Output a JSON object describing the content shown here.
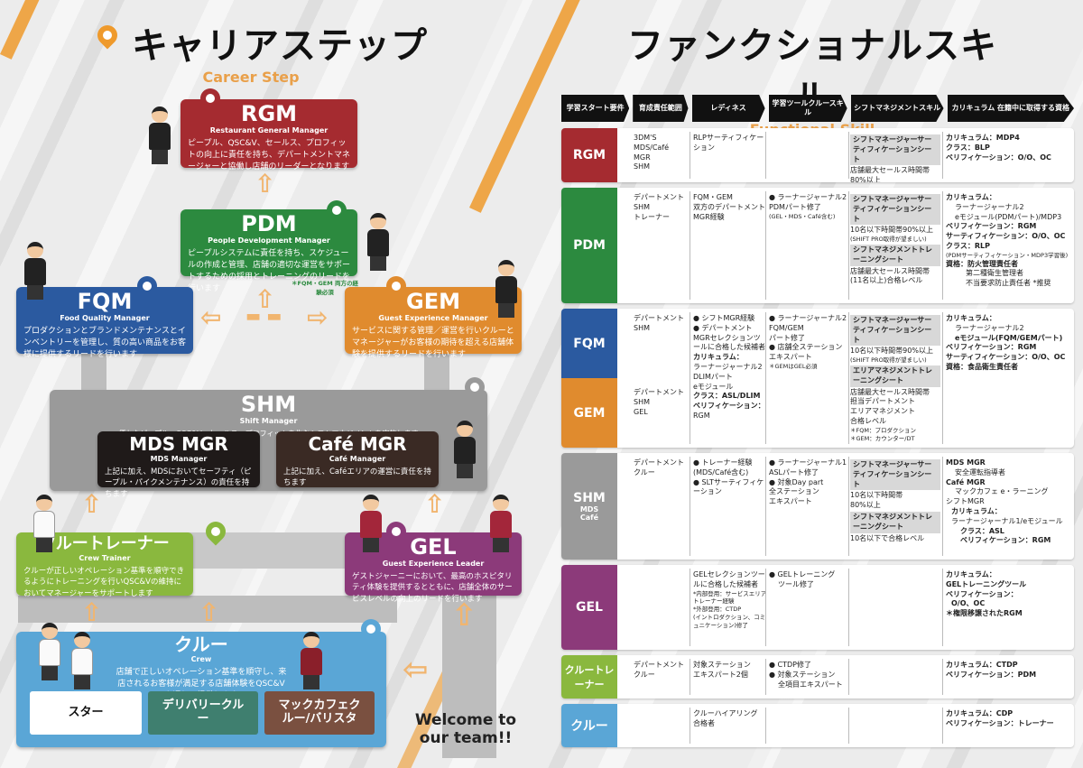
{
  "career": {
    "title": "キャリアステップ",
    "subtitle": "Career Step",
    "rgm": {
      "name": "RGM",
      "en": "Restaurant General Manager",
      "desc": "ピープル、QSC&V、セールス、プロフィットの向上に責任を持ち、デパートメントマネージャーと協働し店舗のリーダーとなります"
    },
    "pdm": {
      "name": "PDM",
      "en": "People Development Manager",
      "desc": "ピープルシステムに責任を持ち、スケジュールの作成と管理、店舗の適切な運営をサポートするための採用とトレーニングのリードを行います"
    },
    "fqm": {
      "name": "FQM",
      "en": "Food Quality Manager",
      "desc": "プロダクションとブランドメンテナンスとインベントリーを管理し、質の高い商品をお客様に提供するリードを行います"
    },
    "gem": {
      "name": "GEM",
      "en": "Guest Experience Manager",
      "desc": "サービスに関する管理／運営を行いクルーとマネージャーがお客様の期待を超える店舗体験を提供するリードを行います"
    },
    "fqm_gem_note": "＊FQM・GEM 両方の経験必須",
    "shm": {
      "name": "SHM",
      "en": "Shift Manager",
      "desc": "優れたピープル、QSC&V、セールス、プロフィットを生むシフトマネジメントを実施します"
    },
    "mds": {
      "name": "MDS MGR",
      "en": "MDS Manager",
      "desc": "上記に加え、MDSにおいてセーフティ（ピープル・パイクメンテナンス）の責任を持ちます"
    },
    "cafe": {
      "name": "Café MGR",
      "en": "Café Manager",
      "desc": "上記に加え、Caféエリアの運営に責任を持ちます"
    },
    "trainer": {
      "name": "クルートレーナー",
      "en": "Crew Trainer",
      "desc": "クルーが正しいオペレーション基準を順守できるようにトレーニングを行いQSC&Vの維持においてマネージャーをサポートします"
    },
    "gel": {
      "name": "GEL",
      "en": "Guest Experience Leader",
      "desc": "ゲストジャーニーにおいて、最高のホスピタリティ体験を提供するとともに、店舗全体のサービスレベルの向上のリードを行います"
    },
    "crew": {
      "name": "クルー",
      "en": "Crew",
      "desc": "店舗で正しいオペレーション基準を順守し、来店されるお客様が満足する店舗体験をQSC&Vを通じて提供します"
    },
    "buttons": [
      "スター",
      "デリバリークルー",
      "マックカフェクルー/バリスタ"
    ],
    "welcome": "Welcome to our team!!"
  },
  "functional": {
    "title": "ファンクショナルスキル",
    "subtitle": "Functional Skill",
    "headers": [
      "学習スタート要件",
      "育成責任範囲",
      "レディネス",
      "学習ツールクルースキル",
      "シフトマネジメントスキル",
      "カリキュラム 在籍中に取得する資格"
    ],
    "rows": {
      "rgm": {
        "label": "RGM",
        "scope": [
          "3DM'S",
          "MDS/Café",
          "MGR",
          "SHM"
        ],
        "readiness": [
          "RLPサーティフィケーション"
        ],
        "shift": [
          "シフトマネージャーサーティフィケーションシート",
          "店舗最大セールス時間帯80%以上"
        ],
        "curr": [
          "カリキュラム：MDP4",
          "クラス：BLP",
          "ベリフィケーション：O/O、OC"
        ]
      },
      "pdm": {
        "label": "PDM",
        "scope": [
          "デパートメント",
          "SHM",
          "トレーナー"
        ],
        "readiness": [
          "FQM・GEM",
          "双方のデパートメント",
          "MGR経験"
        ],
        "tool": [
          "● ラーナージャーナル2",
          "PDMパート修了",
          "(GEL・MDS・Café含む)"
        ],
        "shift": [
          "シフトマネージャーサーティフィケーションシート",
          "10名以下時間帯90%以上",
          "(SHIFT PRO取得が望ましい)",
          "シフトマネジメントトレーニングシート",
          "店舗最大セールス時間帯",
          "(11名以上)合格レベル"
        ],
        "curr": [
          "カリキュラム：",
          "ラーナージャーナル2",
          "eモジュール(PDMパート)/MDP3",
          "ベリフィケーション：RGM",
          "サーティフィケーション：O/O、OC",
          "クラス：RLP",
          "(PDMサーティフィケーション・MDP3学習後)",
          "資格：防火管理責任者",
          "第二種衛生管理者",
          "不当要求防止責任者 *推奨"
        ]
      },
      "fqm": {
        "label": "FQM",
        "scope": [
          "デパートメント",
          "SHM"
        ],
        "readiness": [
          "● シフトMGR経験",
          "● デパートメントMGRセレクションツールに合格した候補者",
          "カリキュラム：",
          "ラーナージャーナル2",
          "DLIMパート",
          "eモジュール",
          "クラス：ASL/DLIM",
          "ベリフィケーション：",
          "RGM"
        ],
        "tool": [
          "● ラーナージャーナル2",
          "FQM/GEM",
          "パート修了",
          "● 店舗全ステーション",
          "エキスパート",
          "＊GEMはGEL必須"
        ],
        "shift": [
          "シフトマネージャーサーティフィケーションシート",
          "10名以下時間帯90%以上",
          "(SHIFT PRO取得が望ましい)",
          "エリアマネジメントトレーニングシート",
          "店舗最大セールス時間帯",
          "担当デパートメント",
          "エリアマネジメント",
          "合格レベル",
          "＊FQM：プロダクション",
          "＊GEM：カウンター/DT"
        ],
        "curr": [
          "カリキュラム：",
          "ラーナージャーナル2",
          "eモジュール(FQM/GEMパート)",
          "ベリフィケーション：RGM",
          "サーティフィケーション：O/O、OC",
          "資格：食品衛生責任者"
        ]
      },
      "gem": {
        "label": "GEM",
        "scope": [
          "デパートメント",
          "SHM",
          "GEL"
        ]
      },
      "shm": {
        "label": "SHM",
        "sub": [
          "MDS",
          "Café"
        ],
        "scope": [
          "デパートメント",
          "クルー"
        ],
        "readiness": [
          "● トレーナー経験",
          "(MDS/Café含む)",
          "● SLTサーティフィケーション"
        ],
        "tool": [
          "● ラーナージャーナル1",
          "ASLパート修了",
          "● 対象Day part",
          "全ステーション",
          "エキスパート"
        ],
        "shift": [
          "シフトマネージャーサーティフィケーションシート",
          "10名以下時間帯",
          "80%以上",
          "シフトマネジメントトレーニングシート",
          "10名以下で合格レベル"
        ],
        "curr": [
          "MDS MGR",
          "安全運転指導者",
          "Café MGR",
          "マックカフェ e・ラーニング",
          "シフトMGR",
          "カリキュラム：",
          "ラーナージャーナル1/eモジュール",
          "クラス：ASL",
          "ベリフィケーション：RGM"
        ]
      },
      "gel": {
        "label": "GEL",
        "readiness": [
          "GELセレクションツールに合格した候補者",
          "*内部登用：サービスエリアトレーナー経験",
          "*外部登用：CTDP",
          "(イントロダクション、コミュニケーション)修了"
        ],
        "tool": [
          "● GELトレーニング",
          "ツール修了"
        ],
        "curr": [
          "カリキュラム：",
          "GELトレーニングツール",
          "ベリフィケーション：",
          "O/O、OC",
          "＊権限移譲されたRGM"
        ]
      },
      "trainer": {
        "label": "クルートレーナー",
        "scope": [
          "デパートメント",
          "クルー"
        ],
        "readiness": [
          "対象ステーション",
          "エキスパート2個"
        ],
        "tool": [
          "● CTDP修了",
          "● 対象ステーション",
          "全項目エキスパート"
        ],
        "curr": [
          "カリキュラム：CTDP",
          "ベリフィケーション：PDM"
        ]
      },
      "crew": {
        "label": "クルー",
        "readiness": [
          "クルーハイアリング",
          "合格者"
        ],
        "curr": [
          "カリキュラム：CDP",
          "ベリフィケーション：トレーナー"
        ]
      }
    }
  },
  "colors": {
    "rgm": "#a52b30",
    "pdm": "#2c8a3f",
    "fqm": "#2b5aa0",
    "gem": "#e08b2e",
    "shm": "#9a9a9a",
    "mgr": "#1f1a19",
    "trainer": "#8ab83e",
    "gel": "#8c3a7a",
    "crew": "#5aa6d6",
    "orange": "#ef9a2c"
  }
}
